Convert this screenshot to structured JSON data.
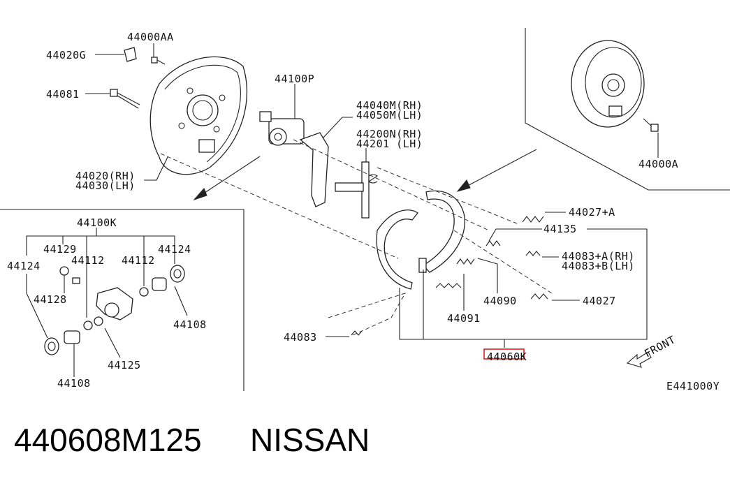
{
  "title": {
    "part_number": "440608M125",
    "brand": "NISSAN"
  },
  "diagram_code": "E441000Y",
  "front_label": "FRONT",
  "highlight_color": "#e0201c",
  "labels": {
    "l44000AA": "44000AA",
    "l44020G": "44020G",
    "l44081": "44081",
    "l44020": "44020(RH)",
    "l44030": "44030(LH)",
    "l44100P": "44100P",
    "l44040M": "44040M(RH)",
    "l44050M": "44050M(LH)",
    "l44200N": "44200N(RH)",
    "l44201": "44201 (LH)",
    "l44000A": "44000A",
    "l44027A": "44027+A",
    "l44135": "44135",
    "l44083A": "44083+A(RH)",
    "l44083B": "44083+B(LH)",
    "l44027": "44027",
    "l44090": "44090",
    "l44091": "44091",
    "l44083": "44083",
    "l44060K": "44060K",
    "l44100K": "44100K",
    "l44129": "44129",
    "l44112a": "44112",
    "l44112b": "44112",
    "l44124a": "44124",
    "l44124b": "44124",
    "l44128": "44128",
    "l44108a": "44108",
    "l44108b": "44108",
    "l44125": "44125"
  }
}
